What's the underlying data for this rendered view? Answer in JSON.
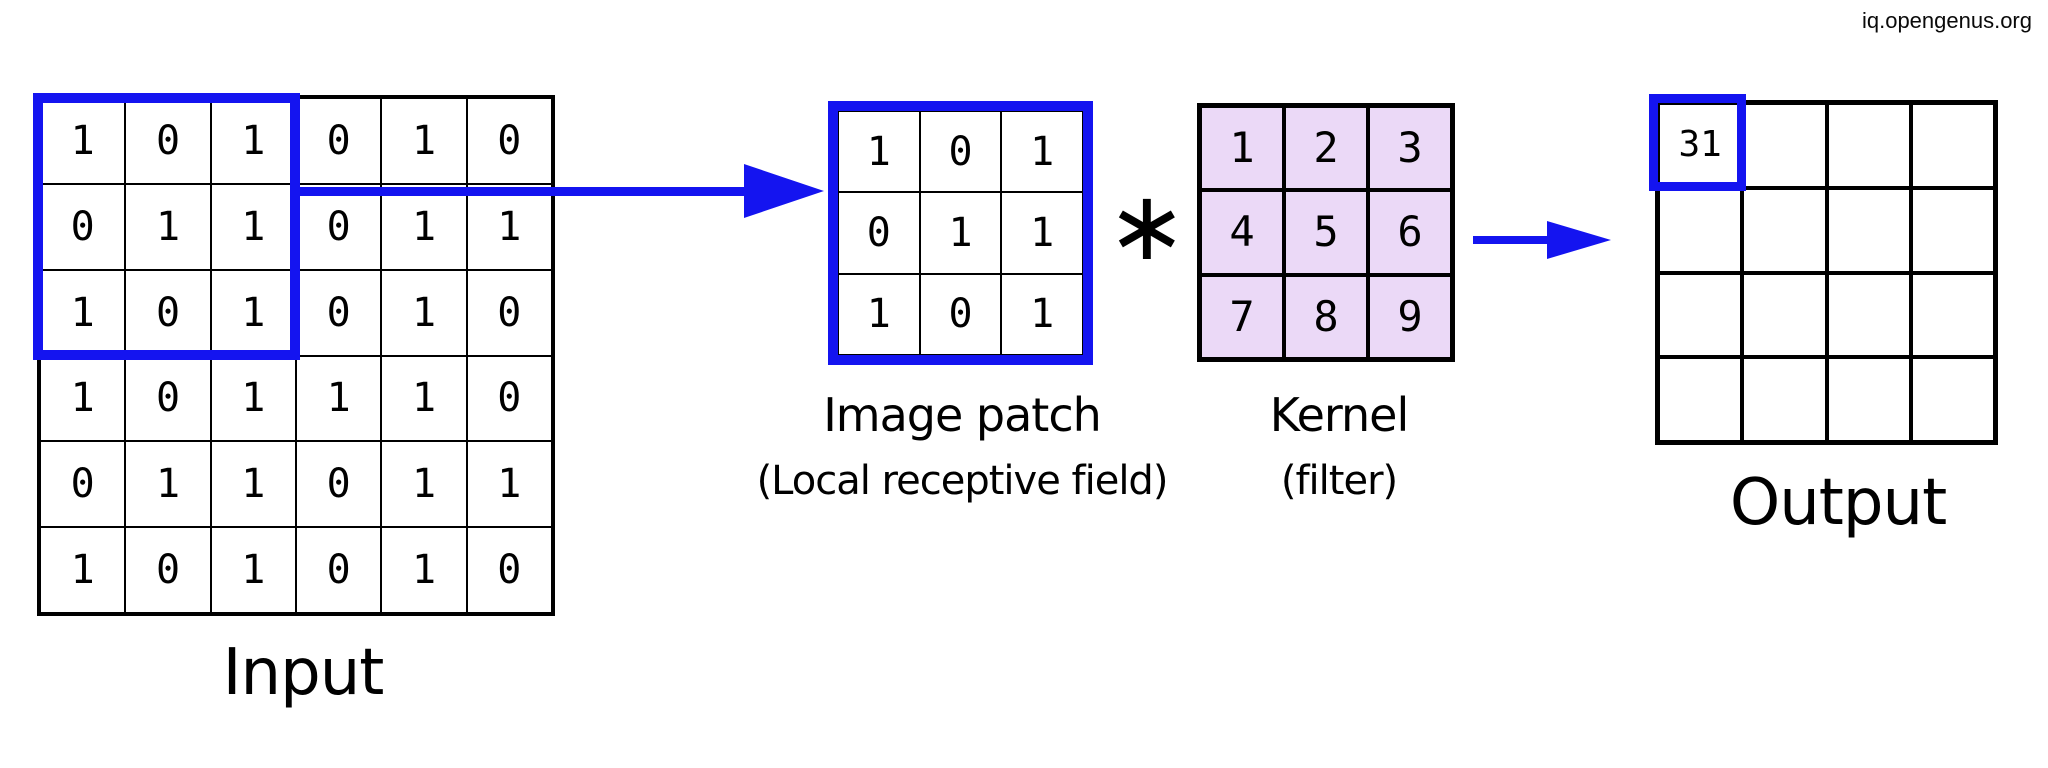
{
  "watermark": "iq.opengenus.org",
  "colors": {
    "highlight_blue": "#1414f0",
    "kernel_fill": "#ebd9f7",
    "grid_line": "#000000",
    "background": "#ffffff"
  },
  "operator": "∗",
  "input": {
    "label": "Input",
    "rows": [
      [
        "1",
        "0",
        "1",
        "0",
        "1",
        "0"
      ],
      [
        "0",
        "1",
        "1",
        "0",
        "1",
        "1"
      ],
      [
        "1",
        "0",
        "1",
        "0",
        "1",
        "0"
      ],
      [
        "1",
        "0",
        "1",
        "1",
        "1",
        "0"
      ],
      [
        "0",
        "1",
        "1",
        "0",
        "1",
        "1"
      ],
      [
        "1",
        "0",
        "1",
        "0",
        "1",
        "0"
      ]
    ]
  },
  "patch": {
    "label_line1": "Image patch",
    "label_line2": "(Local receptive field)",
    "rows": [
      [
        "1",
        "0",
        "1"
      ],
      [
        "0",
        "1",
        "1"
      ],
      [
        "1",
        "0",
        "1"
      ]
    ]
  },
  "kernel": {
    "label_line1": "Kernel",
    "label_line2": "(filter)",
    "rows": [
      [
        "1",
        "2",
        "3"
      ],
      [
        "4",
        "5",
        "6"
      ],
      [
        "7",
        "8",
        "9"
      ]
    ]
  },
  "output": {
    "label": "Output",
    "first_result_value": "31",
    "rows": [
      [
        "31",
        "",
        "",
        ""
      ],
      [
        "",
        "",
        "",
        ""
      ],
      [
        "",
        "",
        "",
        ""
      ],
      [
        "",
        "",
        "",
        ""
      ]
    ]
  }
}
